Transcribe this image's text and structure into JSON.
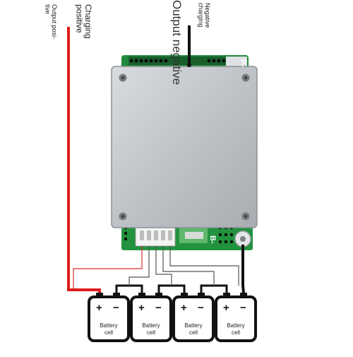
{
  "labels": {
    "charging_positive": "Charging\npositive",
    "output_positive": "Output posi-\ntive",
    "output_negative": "Output negative",
    "negative_charging": "Negative\ncharging"
  },
  "cells": [
    {
      "label": "Battery\ncell",
      "plus": "+",
      "minus": "−"
    },
    {
      "label": "Battery\ncell",
      "plus": "+",
      "minus": "−"
    },
    {
      "label": "Battery\ncell",
      "plus": "+",
      "minus": "−"
    },
    {
      "label": "Battery\ncell",
      "plus": "+",
      "minus": "−"
    }
  ],
  "board_silk": {
    "b_minus": "B-",
    "p_minus": "P-"
  },
  "colors": {
    "positive_wire": "#e11b1b",
    "negative_wire": "#111111",
    "balance_wire_outline": "#444444",
    "heatsink": "#c9ccd0",
    "pcb": "#1f8a3b"
  }
}
